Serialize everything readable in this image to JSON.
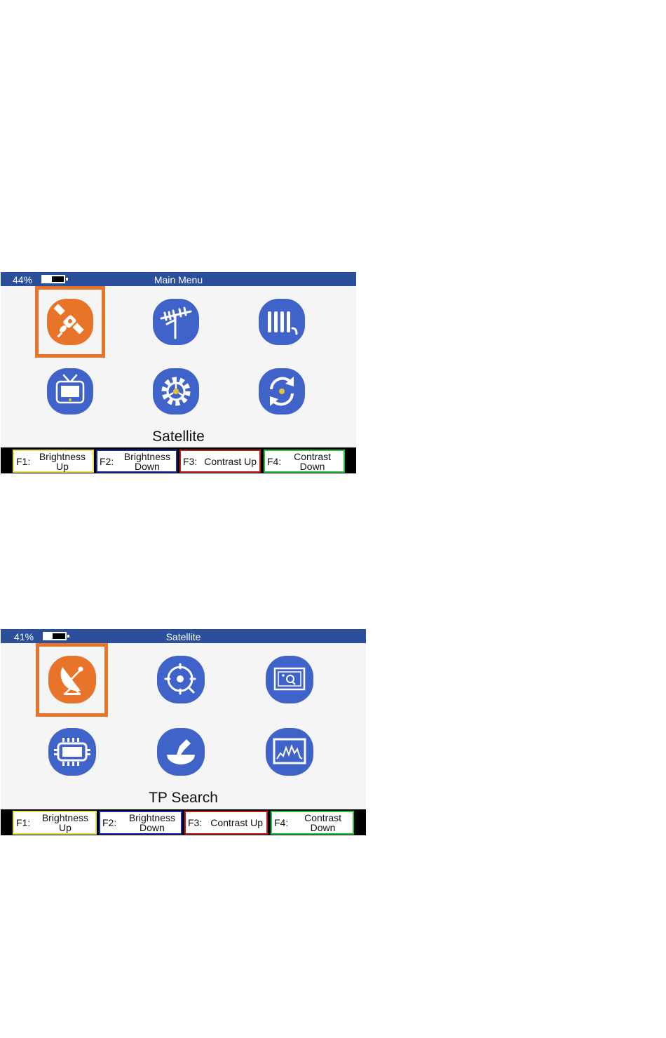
{
  "colors": {
    "header": "#2b4f9b",
    "icon_blue": "#3f63c8",
    "icon_selected": "#e8742a",
    "frame_selected": "#e8742a",
    "fkey_yellow": "#e6e04a",
    "fkey_blue": "#1c2c9e",
    "fkey_red": "#c41a1a",
    "fkey_green": "#25c23b"
  },
  "screen1": {
    "battery_percent": "44%",
    "battery_level": 0.44,
    "title": "Main Menu",
    "icons": [
      "satellite-icon",
      "antenna-icon",
      "cable-icon",
      "tv-icon",
      "settings-icon",
      "update-icon"
    ],
    "selected_index": 0,
    "caption": "Satellite",
    "fkeys": {
      "f1_key": "F1:",
      "f1_label": "Brightness\nUp",
      "f2_key": "F2:",
      "f2_label": "Brightness\nDown",
      "f3_key": "F3:",
      "f3_label": "Contrast Up",
      "f4_key": "F4:",
      "f4_label": "Contrast\nDown"
    }
  },
  "screen2": {
    "battery_percent": "41%",
    "battery_level": 0.41,
    "title": "Satellite",
    "icons": [
      "dish-icon",
      "target-search-icon",
      "scan-image-icon",
      "lnb-module-icon",
      "motor-dish-icon",
      "spectrum-icon"
    ],
    "selected_index": 0,
    "caption": "TP Search",
    "fkeys": {
      "f1_key": "F1:",
      "f1_label": "Brightness\nUp",
      "f2_key": "F2:",
      "f2_label": "Brightness\nDown",
      "f3_key": "F3:",
      "f3_label": "Contrast Up",
      "f4_key": "F4:",
      "f4_label": "Contrast\nDown"
    }
  }
}
